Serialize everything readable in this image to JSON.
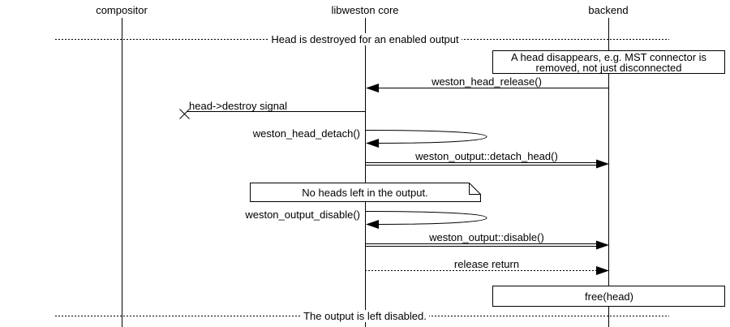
{
  "diagram": {
    "type": "sequence-diagram",
    "actors": [
      {
        "label": "compositor"
      },
      {
        "label": "libweston core"
      },
      {
        "label": "backend"
      }
    ],
    "dividers": {
      "top": "Head is destroyed for an enabled output",
      "bottom": "The output is left disabled."
    },
    "notes": {
      "head_disappears_line1": "A head disappears, e.g. MST connector is",
      "head_disappears_line2": "removed, not just disconnected",
      "no_heads": "No heads left in the output.",
      "free_head": "free(head)"
    },
    "messages": {
      "head_release": "weston_head_release()",
      "destroy_signal": "head->destroy signal",
      "head_detach": "weston_head_detach()",
      "detach_head": "weston_output::detach_head()",
      "output_disable_call": "weston_output_disable()",
      "output_disable": "weston_output::disable()",
      "release_return": "release return"
    },
    "colors": {
      "stroke": "#000000",
      "background": "#ffffff"
    }
  }
}
